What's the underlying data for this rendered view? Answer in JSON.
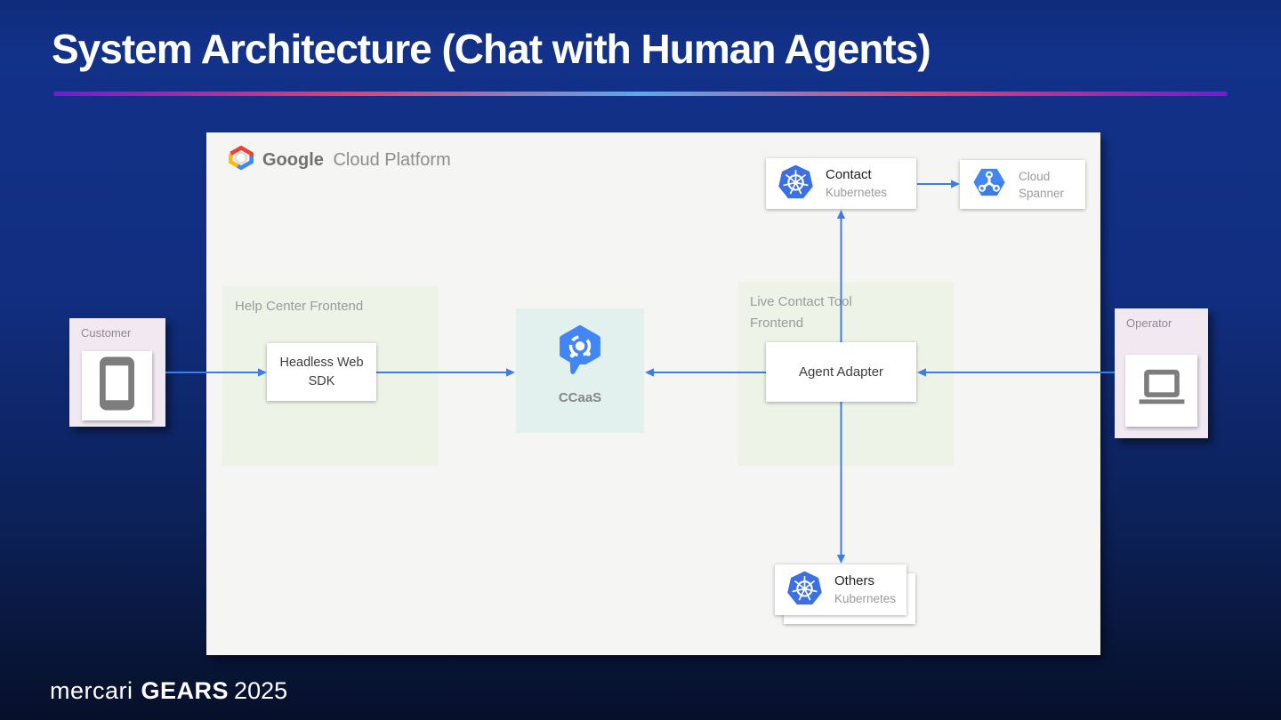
{
  "title": "System Architecture (Chat with Human Agents)",
  "footer": {
    "mercari": "mercari",
    "gears": "GEARS",
    "year": "2025"
  },
  "gcp": {
    "brand_bold": "Google",
    "brand_light": "Cloud Platform"
  },
  "nodes": {
    "customer": {
      "label": "Customer",
      "icon": "smartphone-icon"
    },
    "operator": {
      "label": "Operator",
      "icon": "laptop-icon"
    },
    "help_center_frontend": {
      "label": "Help Center Frontend"
    },
    "headless_web_sdk": {
      "label": "Headless Web SDK"
    },
    "ccaas": {
      "label": "CCaaS",
      "icon": "chat-hexagon-icon"
    },
    "live_contact_tool": {
      "label_line1": "Live Contact Tool",
      "label_line2": "Frontend"
    },
    "agent_adapter": {
      "label": "Agent Adapter"
    },
    "contact_k8s": {
      "title": "Contact",
      "subtitle": "Kubernetes",
      "icon": "kubernetes-icon"
    },
    "cloud_spanner": {
      "title_line1": "Cloud",
      "title_line2": "Spanner",
      "icon": "cloud-spanner-icon"
    },
    "others_k8s": {
      "title": "Others",
      "subtitle": "Kubernetes",
      "icon": "kubernetes-icon"
    }
  },
  "edges": [
    {
      "from": "customer",
      "to": "headless_web_sdk",
      "direction": "right"
    },
    {
      "from": "headless_web_sdk",
      "to": "ccaas",
      "direction": "right"
    },
    {
      "from": "agent_adapter",
      "to": "ccaas",
      "direction": "left"
    },
    {
      "from": "operator",
      "to": "agent_adapter",
      "direction": "left"
    },
    {
      "from": "contact_k8s",
      "to": "cloud_spanner",
      "direction": "right"
    },
    {
      "from": "agent_adapter",
      "to": "contact_k8s",
      "direction": "up"
    },
    {
      "from": "agent_adapter",
      "to": "others_k8s",
      "direction": "down"
    }
  ],
  "colors": {
    "slide_bg_top": "#123189",
    "slide_bg_bottom": "#071029",
    "accent_gradient": [
      "#7b15d6",
      "#ee3a6d",
      "#55abe8",
      "#ee3a6d",
      "#7b15d6"
    ],
    "panel_bg": "#f5f5f4",
    "frontend_area_bg": "#edf3e6",
    "ccaas_area_bg": "#e2f0ee",
    "actor_box_bg": "#f2e8f2",
    "arrow_blue": "#3d7de8",
    "kubernetes_blue": "#3a70e2",
    "google_blue": "#4285f4"
  }
}
